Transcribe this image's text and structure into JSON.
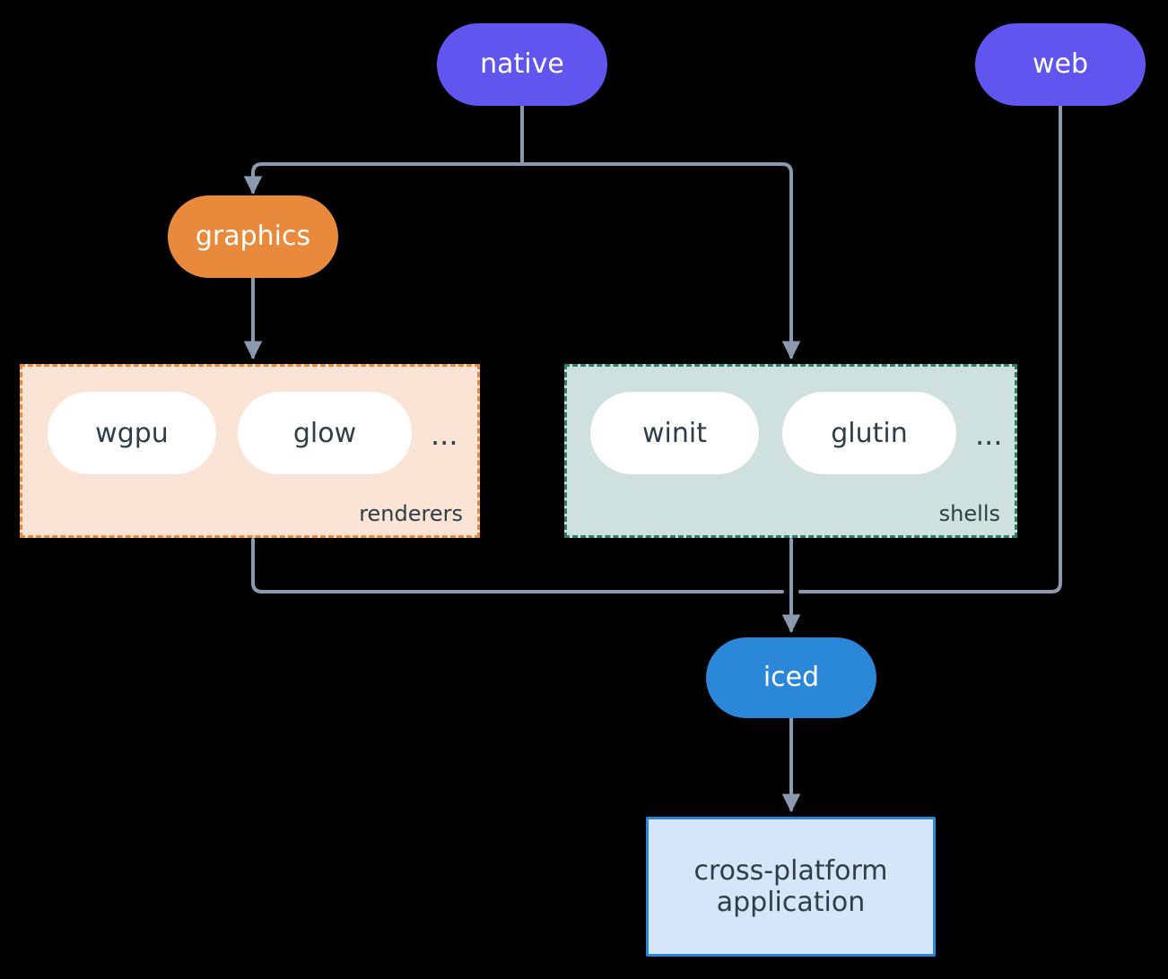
{
  "diagram": {
    "type": "architecture-flow",
    "background_color": "#000000",
    "edge_color": "#8a99ae",
    "nodes": {
      "native": {
        "label": "native",
        "shape": "pill",
        "fill": "#6155f0",
        "text_color": "#ffffff"
      },
      "web": {
        "label": "web",
        "shape": "pill",
        "fill": "#6155f0",
        "text_color": "#ffffff"
      },
      "graphics": {
        "label": "graphics",
        "shape": "pill",
        "fill": "#e8893c",
        "text_color": "#ffffff"
      },
      "iced": {
        "label": "iced",
        "shape": "pill",
        "fill": "#2b87d8",
        "text_color": "#ffffff"
      },
      "app": {
        "label": "cross-platform\napplication",
        "shape": "rectangle",
        "fill": "#d4e6f7",
        "border": "#2b87d8",
        "text_color": "#2f3e46"
      }
    },
    "groups": {
      "renderers": {
        "label": "renderers",
        "fill": "#fae4d5",
        "border": "#e8893c",
        "border_style": "dashed",
        "items": [
          {
            "label": "wgpu"
          },
          {
            "label": "glow"
          }
        ],
        "overflow": "..."
      },
      "shells": {
        "label": "shells",
        "fill": "#cfe1dc",
        "border": "#2e7d6b",
        "border_style": "dashed",
        "items": [
          {
            "label": "winit"
          },
          {
            "label": "glutin"
          }
        ],
        "overflow": "..."
      }
    },
    "edges": [
      {
        "from": "native",
        "to": "graphics"
      },
      {
        "from": "native",
        "to": "shells"
      },
      {
        "from": "graphics",
        "to": "renderers"
      },
      {
        "from": "renderers",
        "to": "iced"
      },
      {
        "from": "shells",
        "to": "iced"
      },
      {
        "from": "web",
        "to": "iced"
      },
      {
        "from": "iced",
        "to": "app"
      }
    ]
  }
}
